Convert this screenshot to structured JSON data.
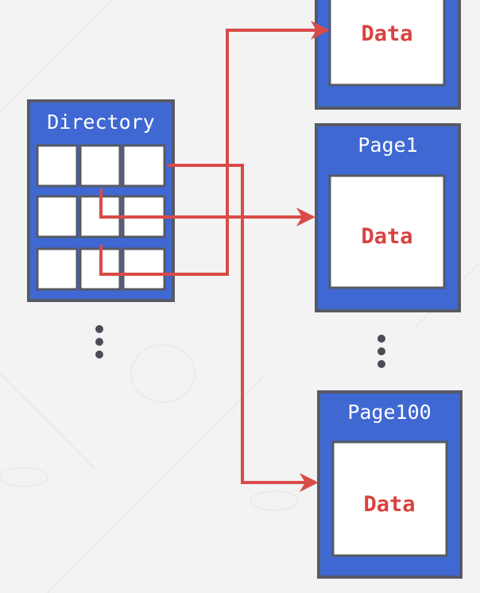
{
  "directory": {
    "title": "Directory"
  },
  "pages": [
    {
      "title": "",
      "data_label": "Data"
    },
    {
      "title": "Page1",
      "data_label": "Data"
    },
    {
      "title": "Page100",
      "data_label": "Data"
    }
  ],
  "colors": {
    "background": "#f3f3f4",
    "box_fill": "#3f68d3",
    "box_border": "#565a64",
    "cell_fill": "#ffffff",
    "arrow": "#d94b48",
    "data_text": "#d9413f",
    "ellipsis": "#4a4d55"
  }
}
